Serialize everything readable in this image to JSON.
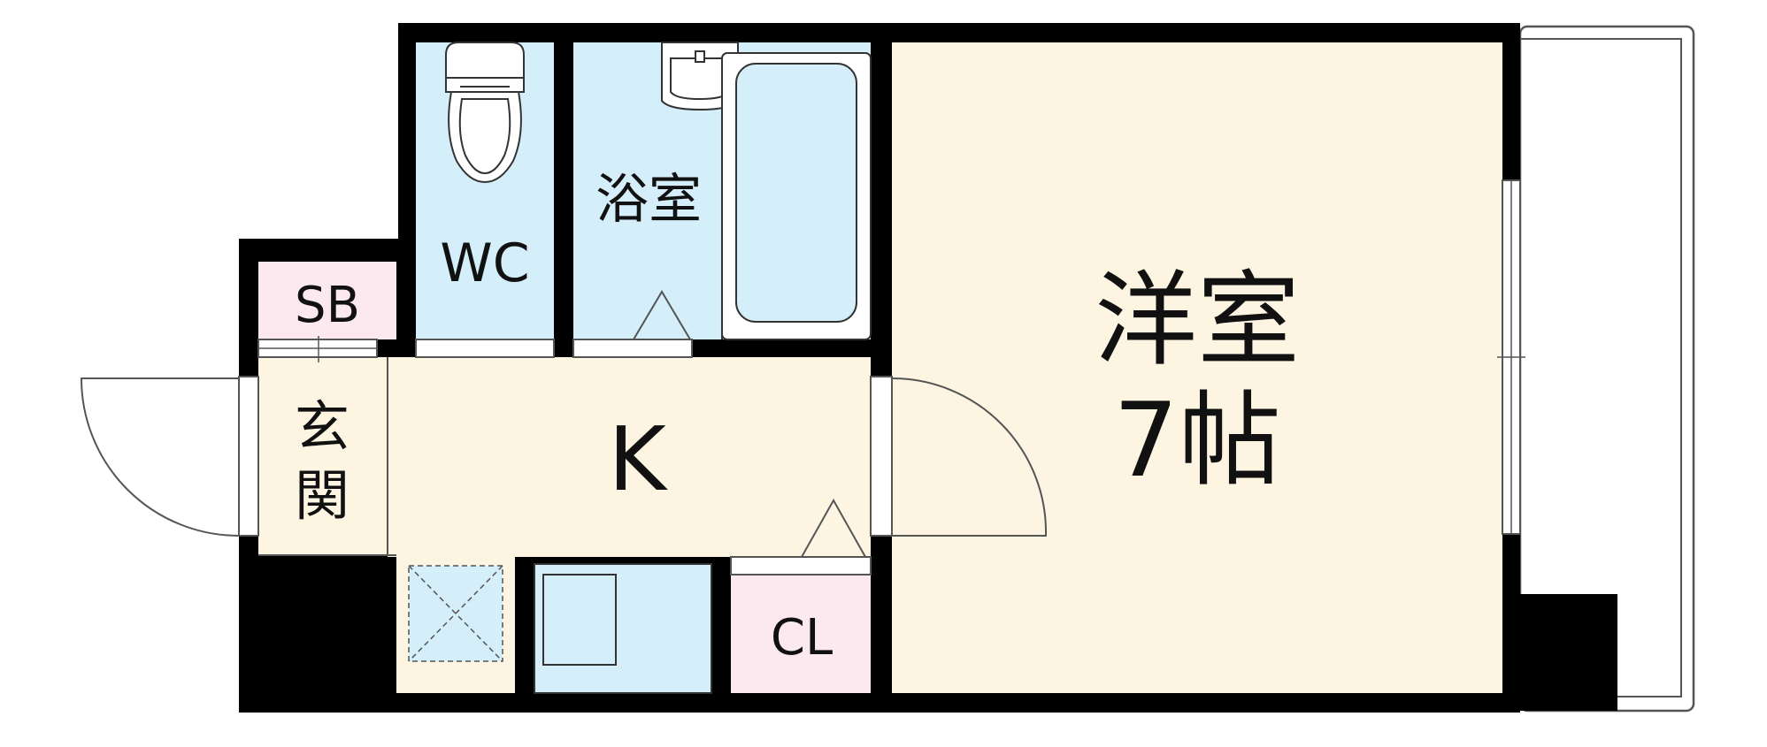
{
  "rooms": {
    "western_room": {
      "name": "洋室",
      "size": "7帖"
    },
    "kitchen": {
      "name": "K"
    },
    "bathroom": {
      "name": "浴室"
    },
    "toilet": {
      "name": "WC"
    },
    "shoe_box": {
      "name": "SB"
    },
    "closet": {
      "name": "CL"
    },
    "entrance": {
      "name_top": "玄",
      "name_bottom": "関"
    }
  },
  "colors": {
    "wall": "#000000",
    "room_floor": "#fdf5e2",
    "wet_area": "#d4eefa",
    "storage": "#fce9ef",
    "line": "#555555",
    "background": "#ffffff"
  }
}
